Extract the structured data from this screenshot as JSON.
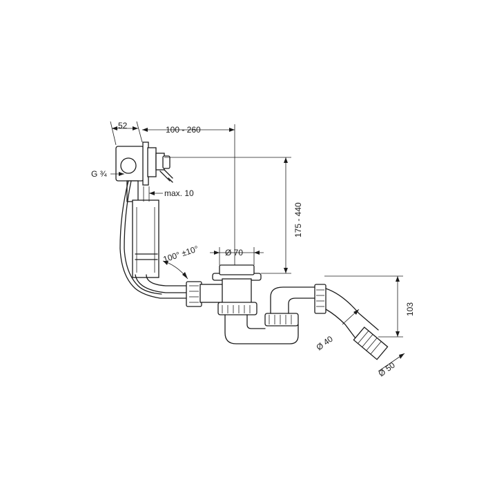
{
  "dimensions": {
    "d52": "52",
    "d100_260": "100 - 260",
    "thread": "G ¾",
    "max10": "max. 10",
    "d175_440": "175 - 440",
    "d70": "Ø 70",
    "angle": "100° ±10°",
    "d103": "103",
    "d40": "Ø 40",
    "d50": "Ø 50"
  }
}
